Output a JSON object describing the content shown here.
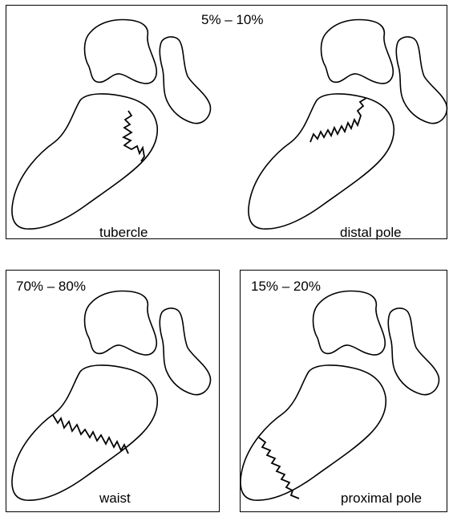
{
  "panels": {
    "top": {
      "range": "5% – 10%",
      "left_label": "tubercle",
      "right_label": "distal pole"
    },
    "bottom_left": {
      "range": "70% – 80%",
      "label": "waist"
    },
    "bottom_right": {
      "range": "15% – 20%",
      "label": "proximal pole"
    }
  }
}
